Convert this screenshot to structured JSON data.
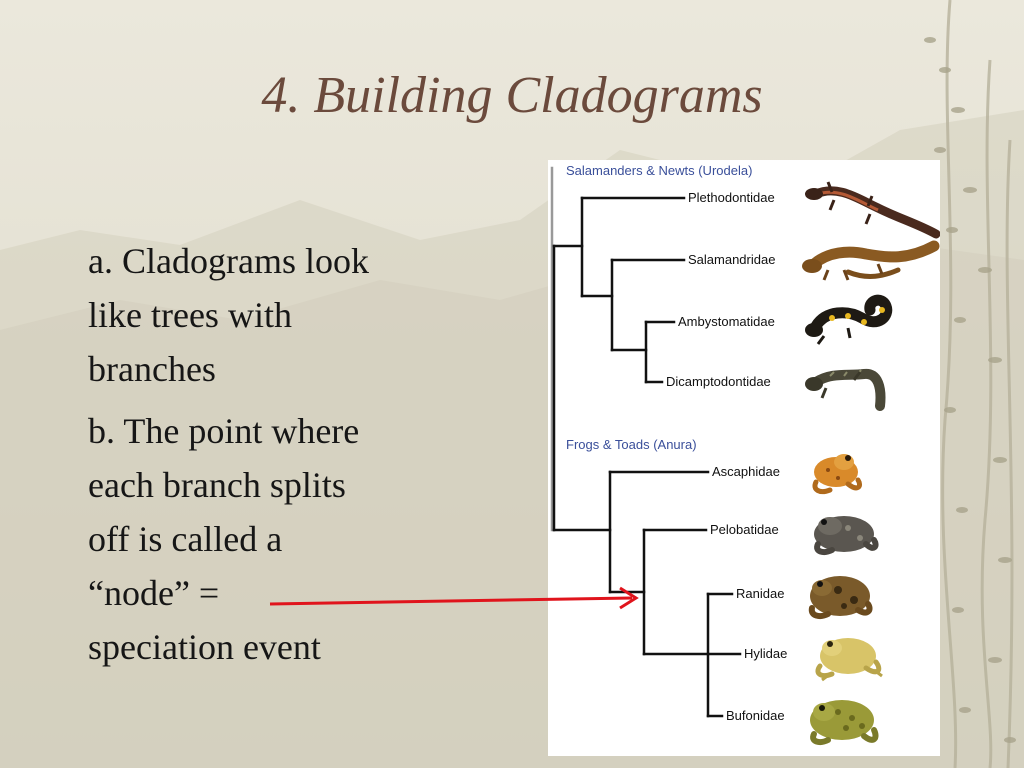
{
  "slide": {
    "title": "4. Building Cladograms",
    "points": [
      {
        "lines": [
          "a. Cladograms look",
          "like trees with",
          "branches"
        ]
      },
      {
        "lines": [
          "b. The point where",
          "each branch splits",
          "off is called a",
          "“node” =",
          "speciation event"
        ]
      }
    ]
  },
  "cladogram": {
    "groups": [
      {
        "label": "Salamanders & Newts (Urodela)",
        "color": "#3a4f9a"
      },
      {
        "label": "Frogs & Toads (Anura)",
        "color": "#3a4f9a"
      }
    ],
    "taxa": [
      {
        "label": "Plethodontidae",
        "animal": "salamander"
      },
      {
        "label": "Salamandridae",
        "animal": "newt"
      },
      {
        "label": "Ambystomatidae",
        "animal": "spotted-salamander"
      },
      {
        "label": "Dicamptodontidae",
        "animal": "salamander"
      },
      {
        "label": "Ascaphidae",
        "animal": "frog"
      },
      {
        "label": "Pelobatidae",
        "animal": "toad"
      },
      {
        "label": "Ranidae",
        "animal": "frog"
      },
      {
        "label": "Hylidae",
        "animal": "treefrog"
      },
      {
        "label": "Bufonidae",
        "animal": "toad"
      }
    ],
    "arrow_color": "#e0141c"
  }
}
